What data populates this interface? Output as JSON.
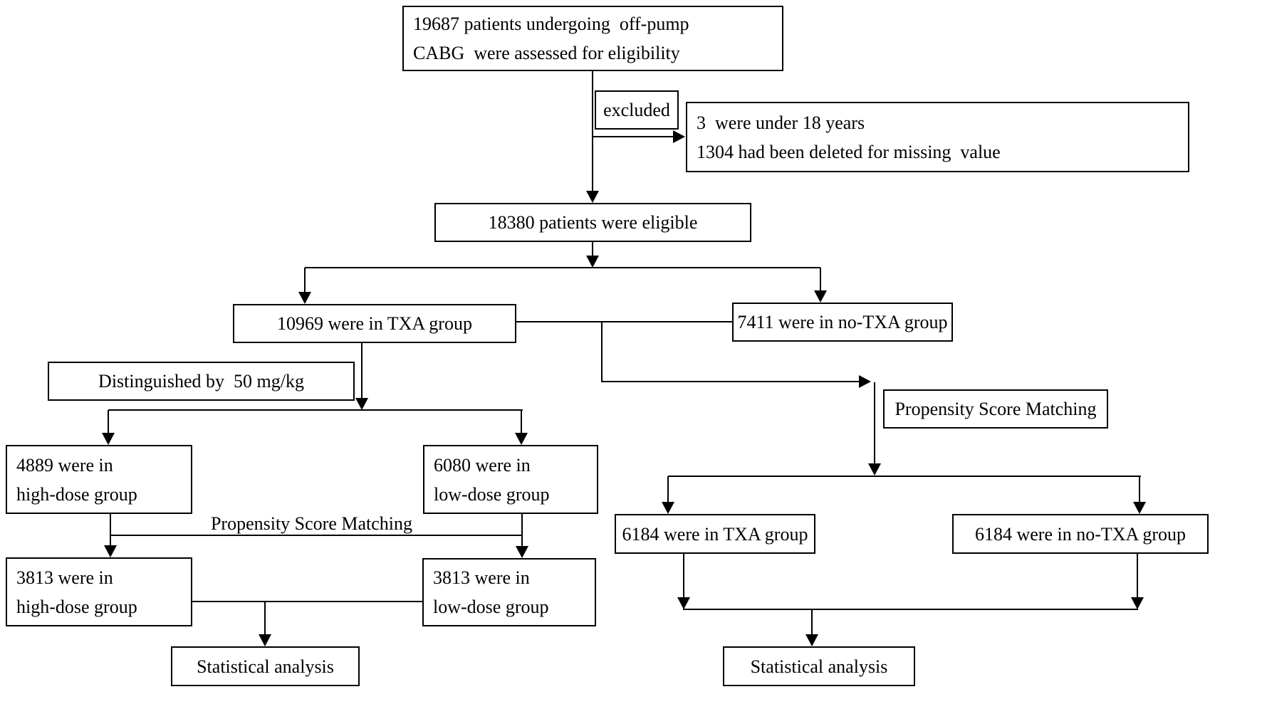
{
  "flowchart": {
    "colors": {
      "line": "#000000",
      "background": "#ffffff",
      "text": "#000000"
    },
    "boxes": {
      "assessed": {
        "line1": "19687 patients undergoing  off-pump",
        "line2": "CABG  were assessed for eligibility"
      },
      "excluded": {
        "label": "excluded"
      },
      "exclusion_reasons": {
        "line1": "3  were under 18 years",
        "line2": "1304 had been deleted for missing  value"
      },
      "eligible": {
        "label": "18380 patients were eligible"
      },
      "txa_group": {
        "label": "10969 were in TXA group"
      },
      "no_txa_group": {
        "label": "7411 were in no-TXA group"
      },
      "distinguished": {
        "label": "Distinguished by  50 mg/kg"
      },
      "high_dose": {
        "line1": "4889 were in",
        "line2": "high-dose group"
      },
      "low_dose": {
        "line1": "6080 were in",
        "line2": "low-dose group"
      },
      "psm_left": {
        "label": "Propensity Score Matching"
      },
      "psm_right": {
        "label": "Propensity Score Matching"
      },
      "high_dose_matched": {
        "line1": "3813 were in",
        "line2": "high-dose group"
      },
      "low_dose_matched": {
        "line1": "3813 were in",
        "line2": "low-dose group"
      },
      "txa_matched": {
        "label": "6184 were in TXA group"
      },
      "no_txa_matched": {
        "label": "6184 were in no-TXA group"
      },
      "stat_left": {
        "label": "Statistical analysis"
      },
      "stat_right": {
        "label": "Statistical analysis"
      }
    }
  }
}
